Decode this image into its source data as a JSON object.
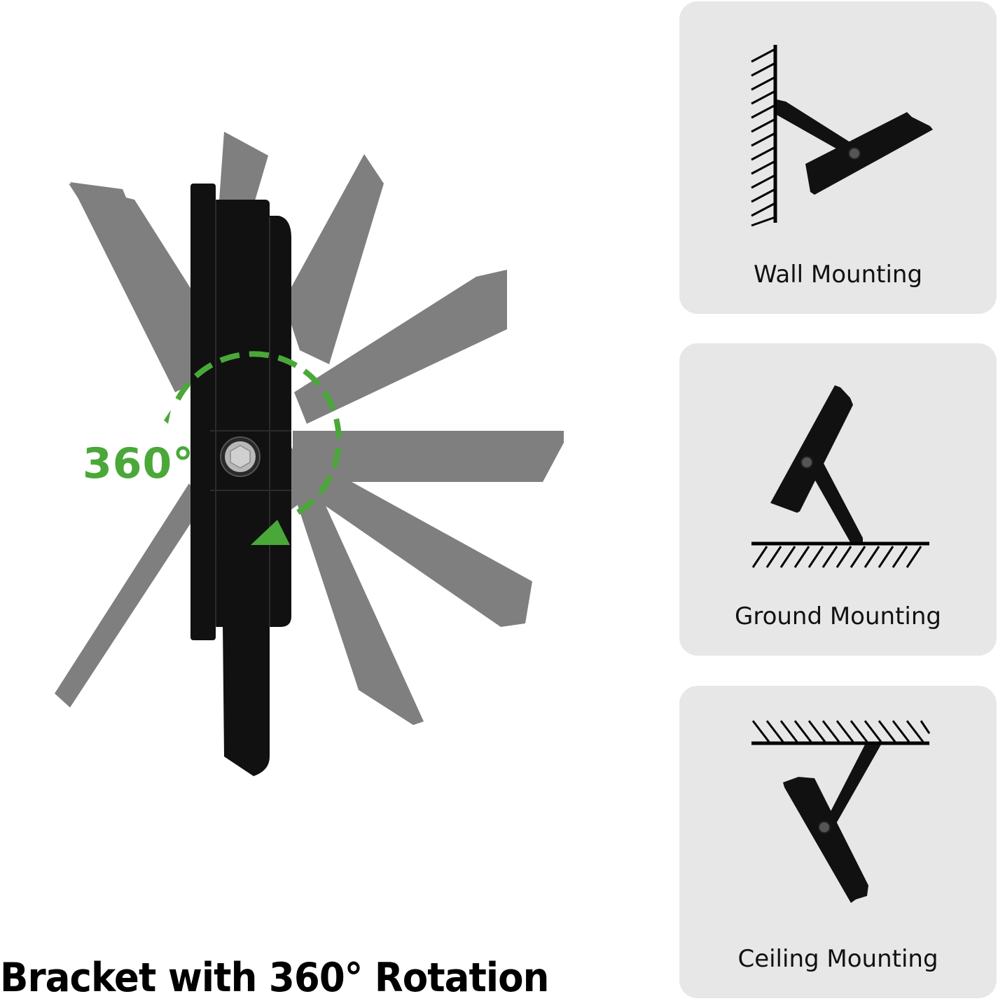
{
  "hero": {
    "rotation_label": "360°",
    "caption": "Bracket with 360° Rotation",
    "accent_color": "#4aa839",
    "bracket_ghost_color": "#7d7d7d",
    "housing_color": "#111111"
  },
  "mounting_options": [
    {
      "label": "Wall Mounting",
      "icon": "wall-mount-icon"
    },
    {
      "label": "Ground Mounting",
      "icon": "ground-mount-icon"
    },
    {
      "label": "Ceiling Mounting",
      "icon": "ceiling-mount-icon"
    }
  ],
  "colors": {
    "card_background": "#e7e7e7",
    "page_background": "#ffffff",
    "text": "#000000"
  }
}
